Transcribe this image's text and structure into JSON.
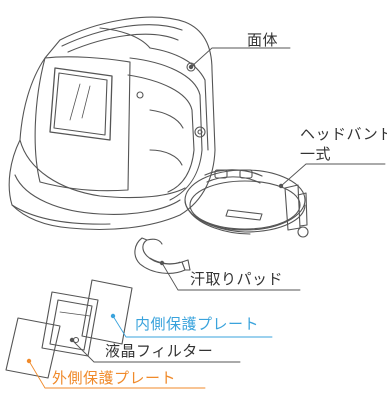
{
  "colors": {
    "line": "#555555",
    "text": "#333333",
    "inner_plate_accent": "#3aa3dc",
    "outer_plate_accent": "#f08a2a"
  },
  "labels": {
    "shell": "面体",
    "headband_line1": "ヘッドバンド",
    "headband_line2": "一式",
    "sweatband": "汗取りパッド",
    "inner_plate": "内側保護プレート",
    "filter": "液晶フィルター",
    "outer_plate": "外側保護プレート"
  }
}
